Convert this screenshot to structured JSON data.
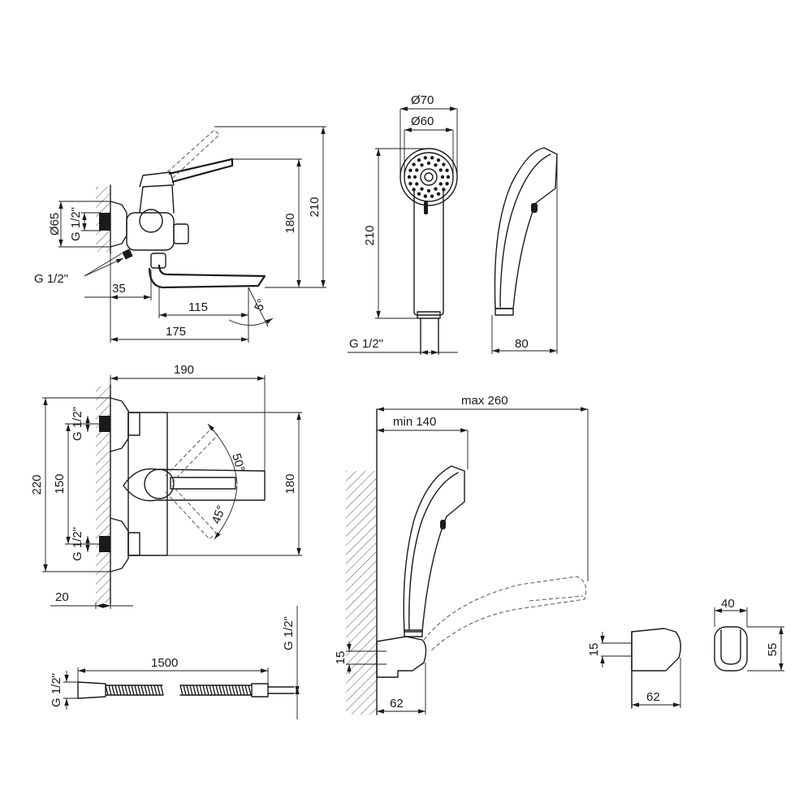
{
  "dims": {
    "d65": "Ø65",
    "g_top_front": "G 1/2\"",
    "g_inlet_front": "G 1/2\"",
    "d35": "35",
    "d115": "115",
    "d175": "175",
    "d180_front": "180",
    "d210_front": "210",
    "a5": "5°",
    "d70": "Ø70",
    "d60": "Ø60",
    "d210_shower": "210",
    "g_shower": "G 1/2\"",
    "d80": "80",
    "d190": "190",
    "d220": "220",
    "d150": "150",
    "d180_top": "180",
    "g_top_upper": "G 1/2\"",
    "g_top_lower": "G 1/2\"",
    "d20": "20",
    "a50": "50°",
    "a45": "45°",
    "max260": "max 260",
    "min140": "min 140",
    "d15_holder": "15",
    "d62_holder": "62",
    "d15_bracket": "15",
    "d62_bracket": "62",
    "d40": "40",
    "d55": "55",
    "d1500": "1500",
    "g_hose_left": "G 1/2\"",
    "g_hose_right": "G 1/2\""
  }
}
